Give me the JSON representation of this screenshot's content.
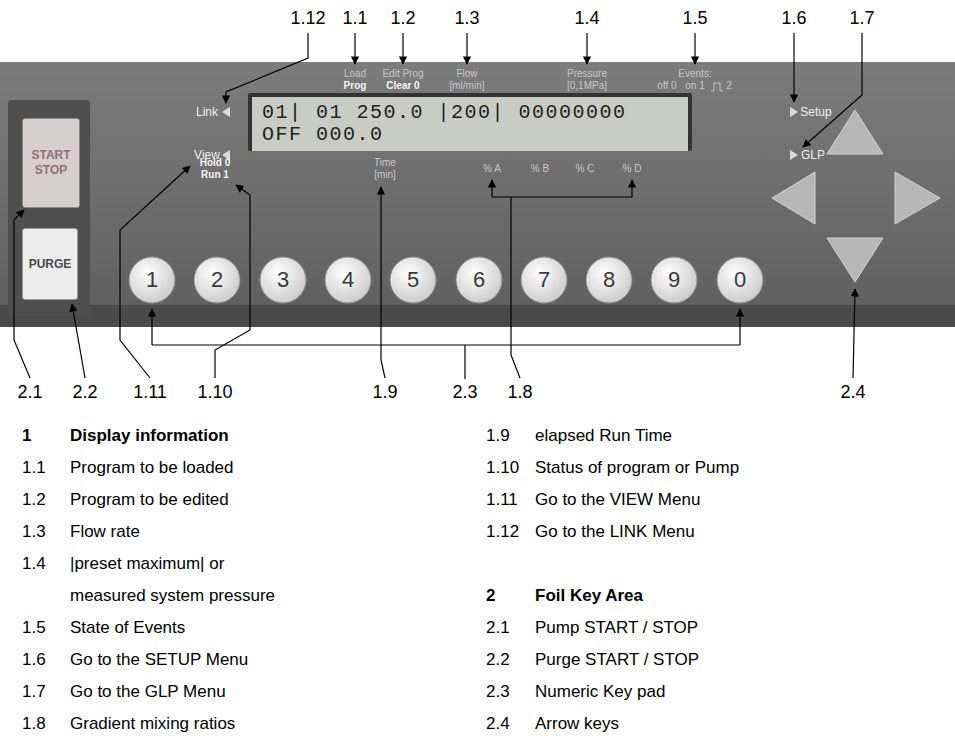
{
  "diagram": {
    "nodes": [
      {
        "text": [
          "START STOP"
        ]
      },
      {
        "text": [
          "PURGE"
        ]
      },
      {
        "text": [
          "01| 01 250.0 |200| 00000000",
          "OFF 000.0"
        ]
      },
      {
        "text": [
          "1"
        ]
      },
      {
        "text": [
          "2"
        ]
      },
      {
        "text": [
          "3"
        ]
      },
      {
        "text": [
          "4"
        ]
      },
      {
        "text": [
          "5"
        ]
      },
      {
        "text": [
          "6"
        ]
      },
      {
        "text": [
          "7"
        ]
      },
      {
        "text": [
          "8"
        ]
      },
      {
        "text": [
          "9"
        ]
      },
      {
        "text": [
          "0"
        ]
      }
    ],
    "labels": [
      "1.12",
      "1.1",
      "1.2",
      "1.3",
      "1.4",
      "1.5",
      "1.6",
      "1.7",
      "Load",
      "Prog",
      "Edit Prog",
      "Clear 0",
      "Flow",
      "[ml/min]",
      "Pressure",
      "[0,1MPa]",
      "Events:",
      "off 0",
      "on 1",
      "2",
      "Link",
      "View",
      "Setup",
      "GLP",
      "Hold 0",
      "Run 1",
      "Time",
      "[min]",
      "% A",
      "% B",
      "% C",
      "% D",
      "2.1",
      "2.2",
      "1.11",
      "1.10",
      "1.9",
      "2.3",
      "1.8",
      "2.4",
      "1",
      "Display information",
      "1.1",
      "Program to be loaded",
      "1.2",
      "Program to be edited",
      "1.3",
      "Flow rate",
      "1.4",
      "|preset maximum| or measured system pressure",
      "1.5",
      "State of Events",
      "1.6",
      "Go to the SETUP Menu",
      "1.7",
      "Go to the GLP Menu",
      "1.8",
      "Gradient mixing ratios",
      "1.9",
      "elapsed Run Time",
      "1.10",
      "Status of program or Pump",
      "1.11",
      "Go to the VIEW Menu",
      "1.12",
      "Go to the LINK Menu",
      "2",
      "Foil Key Area",
      "2.1",
      "Pump START / STOP",
      "2.2",
      "Purge START / STOP",
      "2.3",
      "Numeric Key pad",
      "2.4",
      "Arrow keys"
    ]
  }
}
